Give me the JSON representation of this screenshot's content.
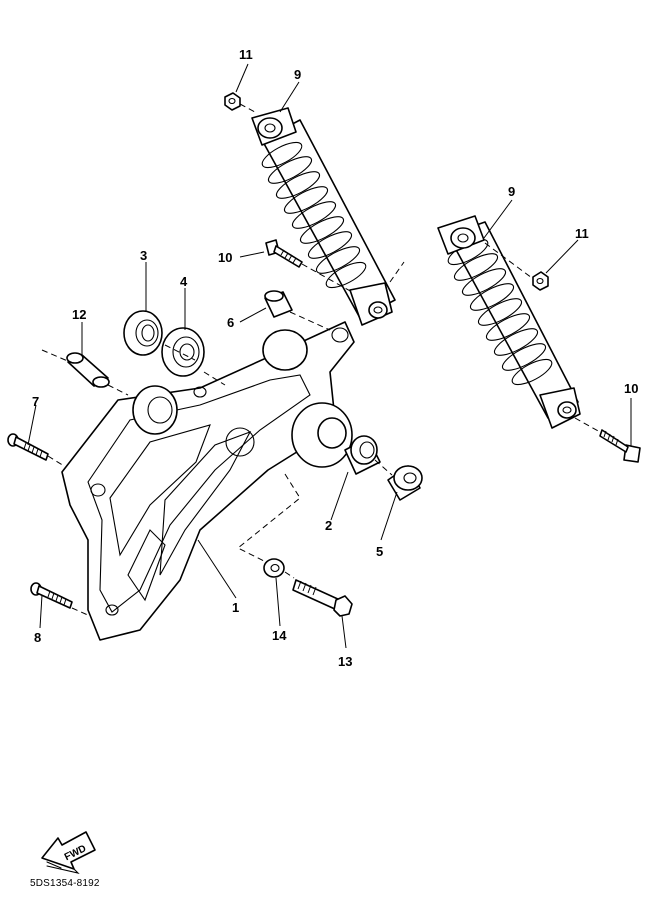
{
  "callouts": {
    "c1": "1",
    "c2": "2",
    "c3": "3",
    "c4": "4",
    "c5": "5",
    "c6": "6",
    "c7": "7",
    "c8": "8",
    "c9a": "9",
    "c9b": "9",
    "c10a": "10",
    "c10b": "10",
    "c11a": "11",
    "c11b": "11",
    "c12": "12",
    "c13": "13",
    "c14": "14"
  },
  "fwd_label": "FWD",
  "doc_number": "5DS1354-8192"
}
